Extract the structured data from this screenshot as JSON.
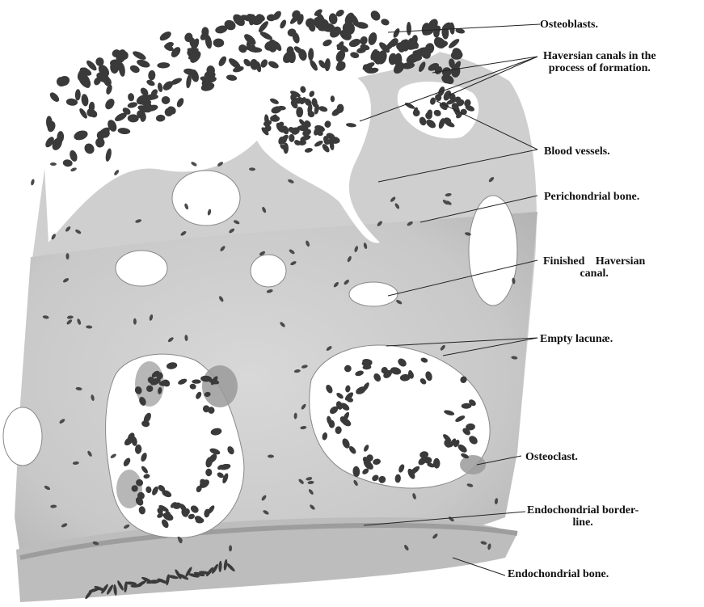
{
  "labels": {
    "osteoblasts": "Osteoblasts.",
    "haversian_forming_1": "Haversian canals in the",
    "haversian_forming_2": "process of formation.",
    "blood_vessels": "Blood vessels.",
    "perichondrial": "Perichondrial bone.",
    "finished_1": "Finished Haversian",
    "finished_2": "canal.",
    "empty_lacunae": "Empty lacunæ.",
    "osteoclast": "Osteoclast.",
    "endo_border_1": "Endochondrial border-",
    "endo_border_2": "line.",
    "endo_bone": "Endochondrial bone."
  },
  "colors": {
    "bone": "#c9c9c9",
    "bone_light": "#dcdcdc",
    "cell": "#3a3a3a",
    "osteoclast": "#9a9a9a",
    "line": "#222222"
  }
}
